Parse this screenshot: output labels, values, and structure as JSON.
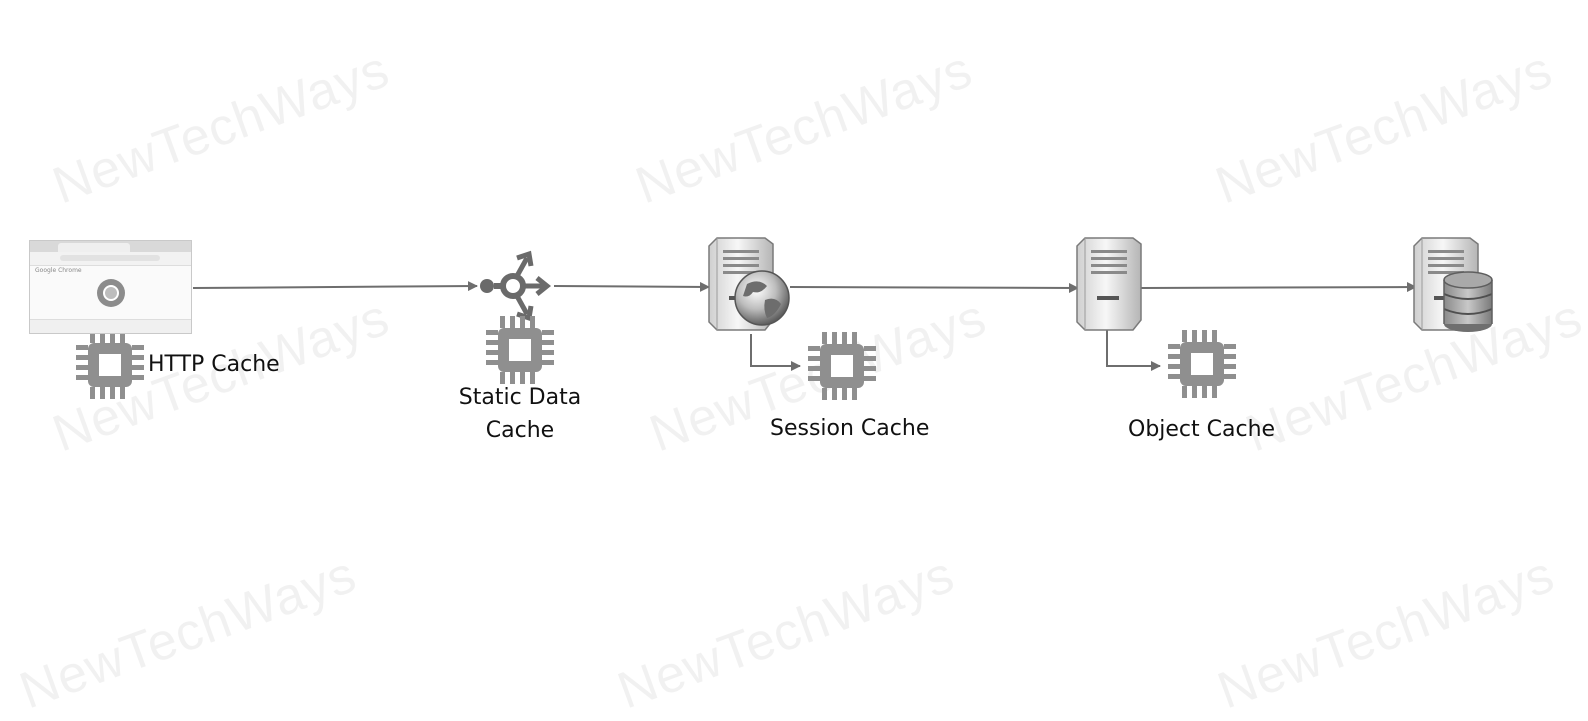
{
  "watermark": "NewTechWays",
  "nodes": {
    "browser": {
      "brand": "Google Chrome"
    },
    "http_cache": {
      "label": "HTTP Cache"
    },
    "static_cache": {
      "label_line1": "Static Data",
      "label_line2": "Cache"
    },
    "session_cache": {
      "label": "Session Cache"
    },
    "object_cache": {
      "label": "Object Cache"
    }
  },
  "icons": {
    "browser": "browser-window-icon",
    "cdn": "cdn-distribution-icon",
    "web_server": "web-server-globe-icon",
    "app_server": "app-server-icon",
    "db_server": "database-server-icon",
    "cache": "memory-chip-icon"
  },
  "colors": {
    "line": "#6e6e6e",
    "chip": "#8f8f8f",
    "server_light": "#f2f2f2",
    "server_dark": "#9a9a9a",
    "text": "#111111"
  }
}
